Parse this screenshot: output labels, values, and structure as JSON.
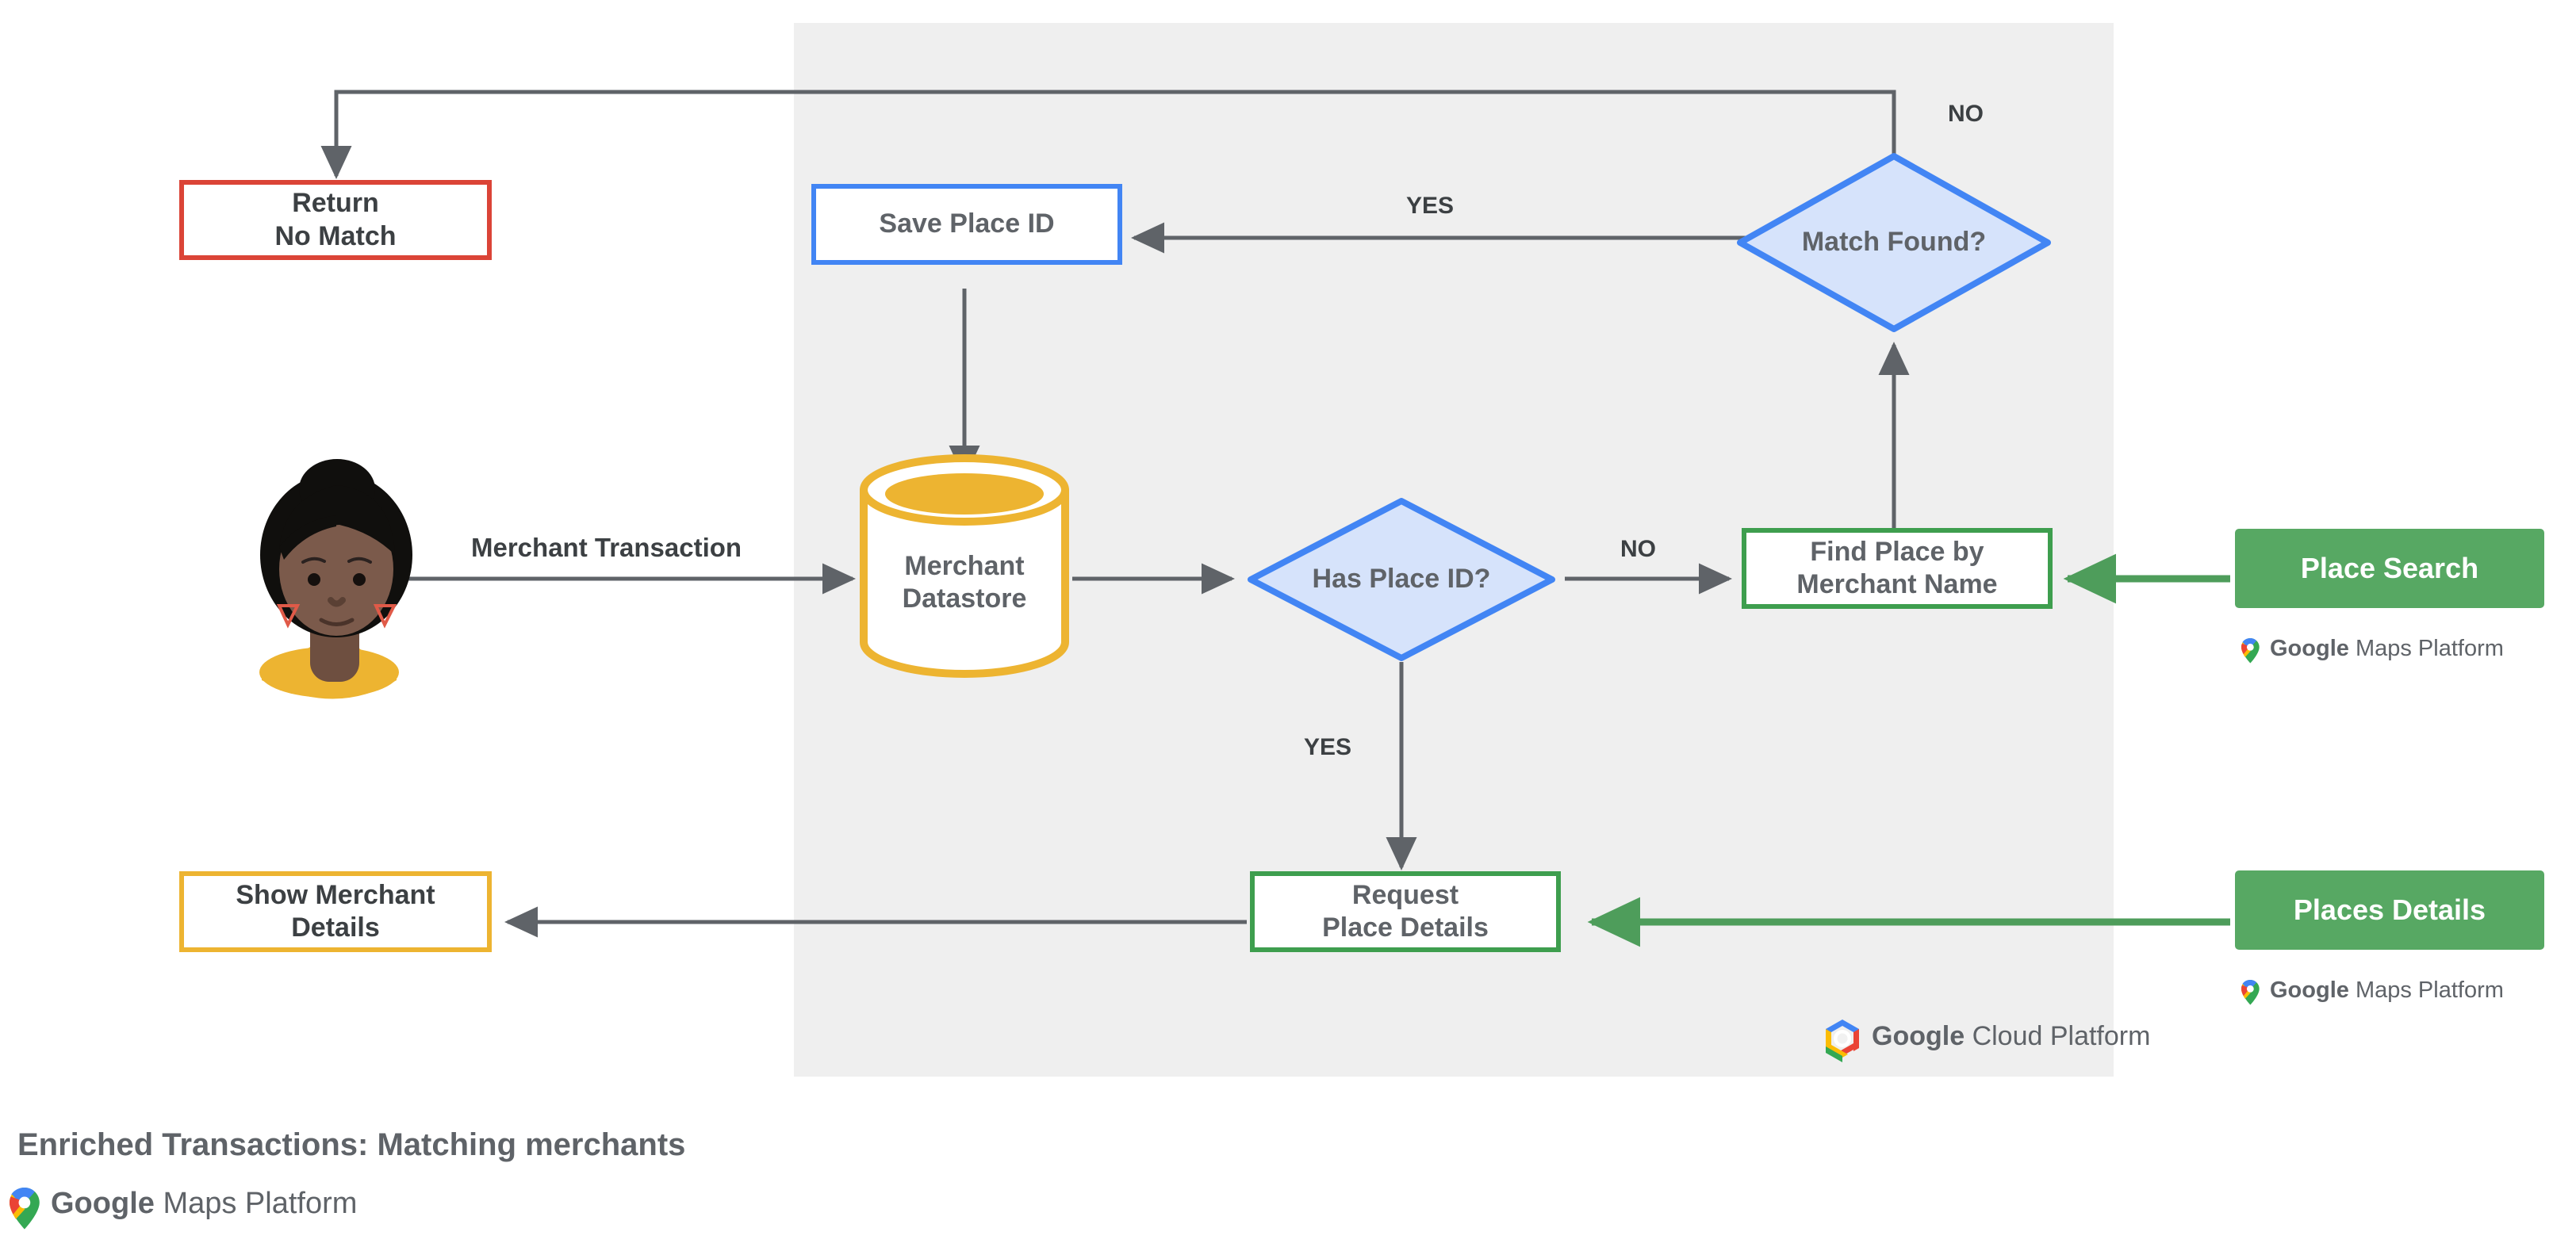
{
  "diagram": {
    "caption": "Enriched Transactions: Matching merchants",
    "panel_label": "Google Cloud Platform",
    "colors": {
      "panel_bg": "#EFEFEF",
      "red": "#DB4437",
      "blue": "#4285F4",
      "blue_fill": "#D6E3FB",
      "green": "#3E9E4E",
      "green_button": "#57A863",
      "amber": "#EDB431",
      "arrow_gray": "#5F6368",
      "text_gray": "#5F6368"
    }
  },
  "actor": {
    "name": "merchant-customer-avatar",
    "skin": "#7B5A4B",
    "hair": "#100F0D",
    "shirt": "#EDB431",
    "earring": "#E05A48"
  },
  "nodes": {
    "return_no_match": {
      "label": "Return\nNo Match",
      "shape": "rect",
      "accent": "#DB4437"
    },
    "save_place_id": {
      "label": "Save Place ID",
      "shape": "rect",
      "accent": "#4285F4"
    },
    "match_found": {
      "label": "Match\nFound?",
      "shape": "diamond",
      "accent": "#4285F4"
    },
    "merchant_datastore": {
      "label": "Merchant\nDatastore",
      "shape": "cylinder",
      "accent": "#EDB431"
    },
    "has_place_id": {
      "label": "Has\nPlace ID?",
      "shape": "diamond",
      "accent": "#4285F4"
    },
    "find_place_by_merchant_name": {
      "label": "Find Place by\nMerchant Name",
      "shape": "rect",
      "accent": "#3E9E4E"
    },
    "request_place_details": {
      "label": "Request\nPlace Details",
      "shape": "rect",
      "accent": "#3E9E4E"
    },
    "show_merchant_details": {
      "label": "Show Merchant\nDetails",
      "shape": "rect",
      "accent": "#EDB431"
    },
    "place_search": {
      "label": "Place Search",
      "shape": "button",
      "accent": "#57A863"
    },
    "places_details": {
      "label": "Places Details",
      "shape": "button",
      "accent": "#57A863"
    }
  },
  "edge_labels": {
    "merchant_transaction": "Merchant Transaction",
    "match_found_no": "NO",
    "match_found_yes": "YES",
    "has_place_id_no": "NO",
    "has_place_id_yes": "YES"
  },
  "branding": {
    "maps_platform": {
      "prefix": "Google",
      "suffix": "Maps Platform"
    },
    "cloud_platform": {
      "prefix": "Google",
      "suffix": "Cloud Platform"
    }
  }
}
